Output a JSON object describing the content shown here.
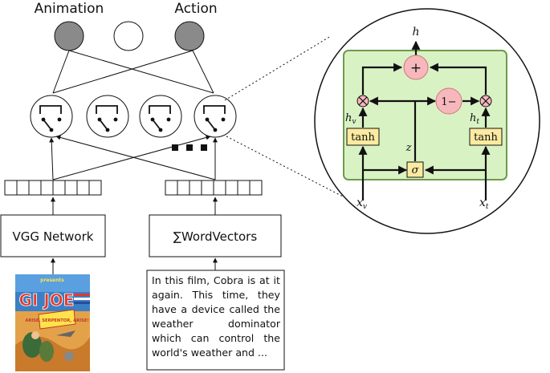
{
  "outputs": {
    "left_label": "Animation",
    "right_label": "Action"
  },
  "left_branch": {
    "label": "VGG Network"
  },
  "right_branch": {
    "label": "∑WordVectors"
  },
  "poster": {
    "title": "GI JOE",
    "tagline": "ARISE, SERPENTOR, ARISE!",
    "top_text": "presents"
  },
  "plot_text": {
    "lines": [
      "In this film, Cobra is at it",
      "again. This time, they",
      "have a device called the",
      "weather dominator",
      "which can control the",
      "world's weather and ..."
    ]
  },
  "gmu_detail": {
    "output": "h",
    "add_op": "+",
    "complement_op": "1−",
    "gate_var": "z",
    "sigma": "σ",
    "left_act": "tanh",
    "right_act": "tanh",
    "left_hidden": "h",
    "left_hidden_sub": "v",
    "right_hidden": "h",
    "right_hidden_sub": "t",
    "left_input": "x",
    "left_input_sub": "v",
    "right_input": "x",
    "right_input_sub": "t",
    "ellipsis": "■ ■ ■"
  },
  "colors": {
    "output_node_dark": "#8a8a8a",
    "gmu_panel_bg": "#d9f2c4",
    "gmu_panel_border": "#6e9a4e",
    "op_circle": "#f6b8bc",
    "activation_box": "#fbeaa0"
  }
}
